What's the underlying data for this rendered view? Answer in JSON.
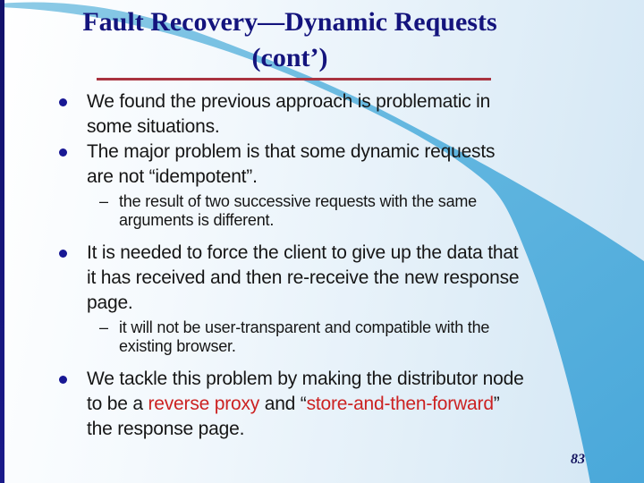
{
  "slide": {
    "title_line1": "Fault Recovery—Dynamic Requests",
    "title_line2": "(cont’)",
    "page_number": "83"
  },
  "colors": {
    "navy": "#14147d",
    "underline": "#a93340",
    "body-text": "#161616",
    "bullet": "#181894",
    "red": "#cc2222",
    "page": "#12125e",
    "swoosh_light": "#8ecbe6",
    "swoosh_dark": "#4aa8da"
  },
  "content": {
    "markers": {
      "bullet": "•",
      "sub": "–"
    },
    "items": [
      {
        "type": "bullet",
        "lines": [
          [
            {
              "t": "We found the previous approach is problematic in"
            }
          ],
          [
            {
              "t": "some situations."
            }
          ]
        ]
      },
      {
        "type": "bullet",
        "lines": [
          [
            {
              "t": "The major problem is that some dynamic requests"
            }
          ],
          [
            {
              "t": "are not “idempotent”."
            }
          ]
        ]
      },
      {
        "type": "sub",
        "lines": [
          [
            {
              "t": "the result of two successive requests with the same"
            }
          ],
          [
            {
              "t": "arguments is different."
            }
          ]
        ]
      },
      {
        "type": "bullet",
        "lines": [
          [
            {
              "t": "It is needed to force the client to give up the data that"
            }
          ],
          [
            {
              "t": "it has received and then re-receive the new response"
            }
          ],
          [
            {
              "t": "page."
            }
          ]
        ]
      },
      {
        "type": "sub",
        "lines": [
          [
            {
              "t": "it will not be user-transparent and compatible with the"
            }
          ],
          [
            {
              "t": "existing browser."
            }
          ]
        ]
      },
      {
        "type": "bullet",
        "lines": [
          [
            {
              "t": "We tackle this problem by making the distributor node"
            }
          ],
          [
            {
              "t": "to be a "
            },
            {
              "t": "reverse proxy",
              "red": true
            },
            {
              "t": " and “"
            },
            {
              "t": "store-and-then-forward",
              "red": true
            },
            {
              "t": "”"
            }
          ],
          [
            {
              "t": "the response page."
            }
          ]
        ]
      }
    ]
  }
}
